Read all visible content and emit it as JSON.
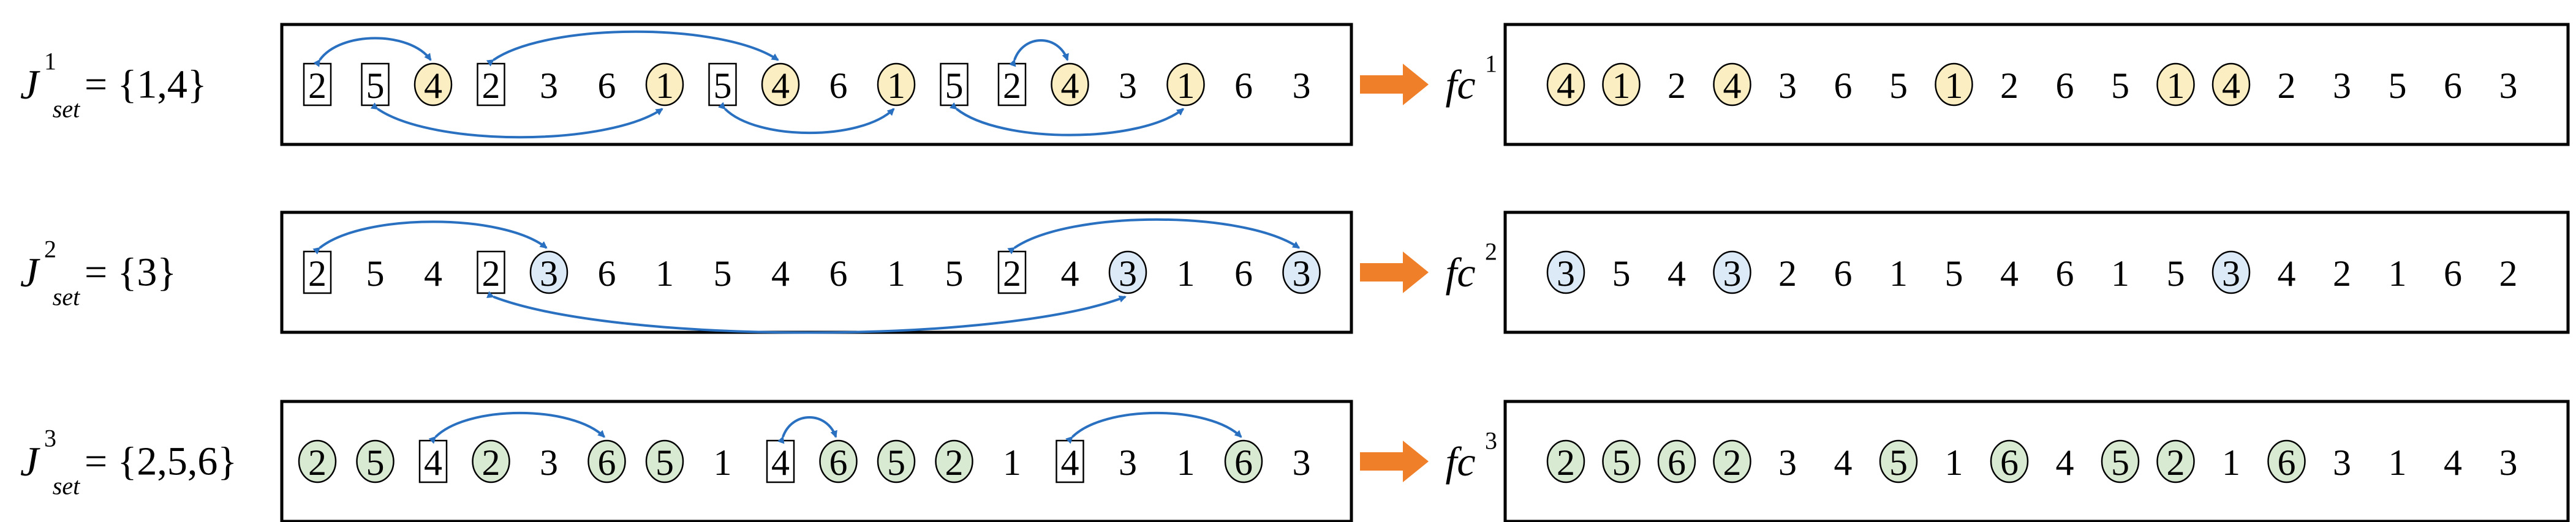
{
  "colors": {
    "circle_fill": [
      "#fbeec3",
      "#dce9f6",
      "#d9ead2"
    ],
    "arrow": "#2a70c0",
    "right_arrow": "#f07f2a",
    "border": "#000000"
  },
  "rows": [
    {
      "set_label": {
        "base": "J",
        "sup": "1",
        "sub": "set",
        "value": "= {1,4}"
      },
      "fc_label": {
        "base": "fc",
        "sup": "1"
      },
      "marker_icon": "orange-right-arrow",
      "input_sequence": [
        {
          "v": "2",
          "m": "box"
        },
        {
          "v": "5",
          "m": "box"
        },
        {
          "v": "4",
          "m": "circle"
        },
        {
          "v": "2",
          "m": "box"
        },
        {
          "v": "3",
          "m": ""
        },
        {
          "v": "6",
          "m": ""
        },
        {
          "v": "1",
          "m": "circle"
        },
        {
          "v": "5",
          "m": "box"
        },
        {
          "v": "4",
          "m": "circle"
        },
        {
          "v": "6",
          "m": ""
        },
        {
          "v": "1",
          "m": "circle"
        },
        {
          "v": "5",
          "m": "box"
        },
        {
          "v": "2",
          "m": "box"
        },
        {
          "v": "4",
          "m": "circle"
        },
        {
          "v": "3",
          "m": ""
        },
        {
          "v": "1",
          "m": "circle"
        },
        {
          "v": "6",
          "m": ""
        },
        {
          "v": "3",
          "m": ""
        }
      ],
      "swaps": [
        {
          "from": 0,
          "to": 2,
          "side": "top"
        },
        {
          "from": 3,
          "to": 8,
          "side": "top"
        },
        {
          "from": 12,
          "to": 13,
          "side": "top"
        },
        {
          "from": 1,
          "to": 6,
          "side": "bottom"
        },
        {
          "from": 7,
          "to": 10,
          "side": "bottom"
        },
        {
          "from": 11,
          "to": 15,
          "side": "bottom"
        }
      ],
      "output_sequence": [
        {
          "v": "4",
          "m": "circle"
        },
        {
          "v": "1",
          "m": "circle"
        },
        {
          "v": "2",
          "m": ""
        },
        {
          "v": "4",
          "m": "circle"
        },
        {
          "v": "3",
          "m": ""
        },
        {
          "v": "6",
          "m": ""
        },
        {
          "v": "5",
          "m": ""
        },
        {
          "v": "1",
          "m": "circle"
        },
        {
          "v": "2",
          "m": ""
        },
        {
          "v": "6",
          "m": ""
        },
        {
          "v": "5",
          "m": ""
        },
        {
          "v": "1",
          "m": "circle"
        },
        {
          "v": "4",
          "m": "circle"
        },
        {
          "v": "2",
          "m": ""
        },
        {
          "v": "3",
          "m": ""
        },
        {
          "v": "5",
          "m": ""
        },
        {
          "v": "6",
          "m": ""
        },
        {
          "v": "3",
          "m": ""
        }
      ]
    },
    {
      "set_label": {
        "base": "J",
        "sup": "2",
        "sub": "set",
        "value": "= {3}"
      },
      "fc_label": {
        "base": "fc",
        "sup": "2"
      },
      "marker_icon": "orange-right-arrow",
      "input_sequence": [
        {
          "v": "2",
          "m": "box"
        },
        {
          "v": "5",
          "m": ""
        },
        {
          "v": "4",
          "m": ""
        },
        {
          "v": "2",
          "m": "box"
        },
        {
          "v": "3",
          "m": "circle"
        },
        {
          "v": "6",
          "m": ""
        },
        {
          "v": "1",
          "m": ""
        },
        {
          "v": "5",
          "m": ""
        },
        {
          "v": "4",
          "m": ""
        },
        {
          "v": "6",
          "m": ""
        },
        {
          "v": "1",
          "m": ""
        },
        {
          "v": "5",
          "m": ""
        },
        {
          "v": "2",
          "m": "box"
        },
        {
          "v": "4",
          "m": ""
        },
        {
          "v": "3",
          "m": "circle"
        },
        {
          "v": "1",
          "m": ""
        },
        {
          "v": "6",
          "m": ""
        },
        {
          "v": "3",
          "m": "circle"
        }
      ],
      "swaps": [
        {
          "from": 0,
          "to": 4,
          "side": "top"
        },
        {
          "from": 12,
          "to": 17,
          "side": "top"
        },
        {
          "from": 3,
          "to": 14,
          "side": "bottom"
        }
      ],
      "output_sequence": [
        {
          "v": "3",
          "m": "circle"
        },
        {
          "v": "5",
          "m": ""
        },
        {
          "v": "4",
          "m": ""
        },
        {
          "v": "3",
          "m": "circle"
        },
        {
          "v": "2",
          "m": ""
        },
        {
          "v": "6",
          "m": ""
        },
        {
          "v": "1",
          "m": ""
        },
        {
          "v": "5",
          "m": ""
        },
        {
          "v": "4",
          "m": ""
        },
        {
          "v": "6",
          "m": ""
        },
        {
          "v": "1",
          "m": ""
        },
        {
          "v": "5",
          "m": ""
        },
        {
          "v": "3",
          "m": "circle"
        },
        {
          "v": "4",
          "m": ""
        },
        {
          "v": "2",
          "m": ""
        },
        {
          "v": "1",
          "m": ""
        },
        {
          "v": "6",
          "m": ""
        },
        {
          "v": "2",
          "m": ""
        }
      ]
    },
    {
      "set_label": {
        "base": "J",
        "sup": "3",
        "sub": "set",
        "value": "= {2,5,6}"
      },
      "fc_label": {
        "base": "fc",
        "sup": "3"
      },
      "marker_icon": "orange-right-arrow",
      "input_sequence": [
        {
          "v": "2",
          "m": "circle"
        },
        {
          "v": "5",
          "m": "circle"
        },
        {
          "v": "4",
          "m": "box"
        },
        {
          "v": "2",
          "m": "circle"
        },
        {
          "v": "3",
          "m": ""
        },
        {
          "v": "6",
          "m": "circle"
        },
        {
          "v": "5",
          "m": "circle"
        },
        {
          "v": "1",
          "m": ""
        },
        {
          "v": "4",
          "m": "box"
        },
        {
          "v": "6",
          "m": "circle"
        },
        {
          "v": "5",
          "m": "circle"
        },
        {
          "v": "2",
          "m": "circle"
        },
        {
          "v": "1",
          "m": ""
        },
        {
          "v": "4",
          "m": "box"
        },
        {
          "v": "3",
          "m": ""
        },
        {
          "v": "1",
          "m": ""
        },
        {
          "v": "6",
          "m": "circle"
        },
        {
          "v": "3",
          "m": ""
        }
      ],
      "swaps": [
        {
          "from": 2,
          "to": 5,
          "side": "top"
        },
        {
          "from": 8,
          "to": 9,
          "side": "top"
        },
        {
          "from": 13,
          "to": 16,
          "side": "top"
        }
      ],
      "output_sequence": [
        {
          "v": "2",
          "m": "circle"
        },
        {
          "v": "5",
          "m": "circle"
        },
        {
          "v": "6",
          "m": "circle"
        },
        {
          "v": "2",
          "m": "circle"
        },
        {
          "v": "3",
          "m": ""
        },
        {
          "v": "4",
          "m": ""
        },
        {
          "v": "5",
          "m": "circle"
        },
        {
          "v": "1",
          "m": ""
        },
        {
          "v": "6",
          "m": "circle"
        },
        {
          "v": "4",
          "m": ""
        },
        {
          "v": "5",
          "m": "circle"
        },
        {
          "v": "2",
          "m": "circle"
        },
        {
          "v": "1",
          "m": ""
        },
        {
          "v": "6",
          "m": "circle"
        },
        {
          "v": "3",
          "m": ""
        },
        {
          "v": "1",
          "m": ""
        },
        {
          "v": "4",
          "m": ""
        },
        {
          "v": "3",
          "m": ""
        }
      ]
    }
  ]
}
